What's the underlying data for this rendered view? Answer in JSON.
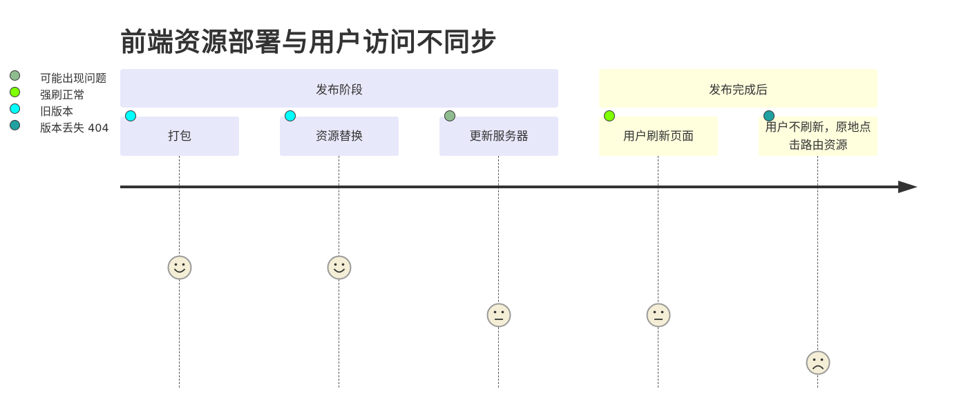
{
  "title": "前端资源部署与用户访问不同步",
  "legend": [
    {
      "label": "可能出现问题",
      "color": "#8fbc8f"
    },
    {
      "label": "强刷正常",
      "color": "#7fff00"
    },
    {
      "label": "旧版本",
      "color": "#00ffff"
    },
    {
      "label": "版本丢失 404",
      "color": "#20a0a0"
    }
  ],
  "sections": [
    {
      "label": "发布阶段",
      "color": "#e8e8fb"
    },
    {
      "label": "发布完成后",
      "color": "#ffffde"
    }
  ],
  "tasks": [
    {
      "label": "打包",
      "status_color": "#00ffff",
      "mood": "happy"
    },
    {
      "label": "资源替换",
      "status_color": "#00ffff",
      "mood": "happy"
    },
    {
      "label": "更新服务器",
      "status_color": "#8fbc8f",
      "mood": "neutral"
    },
    {
      "label": "用户刷新页面",
      "status_color": "#7fff00",
      "mood": "neutral"
    },
    {
      "label_line1": "用户不刷新，原地点",
      "label_line2": "击路由资源",
      "status_color": "#20a0a0",
      "mood": "sad"
    }
  ]
}
